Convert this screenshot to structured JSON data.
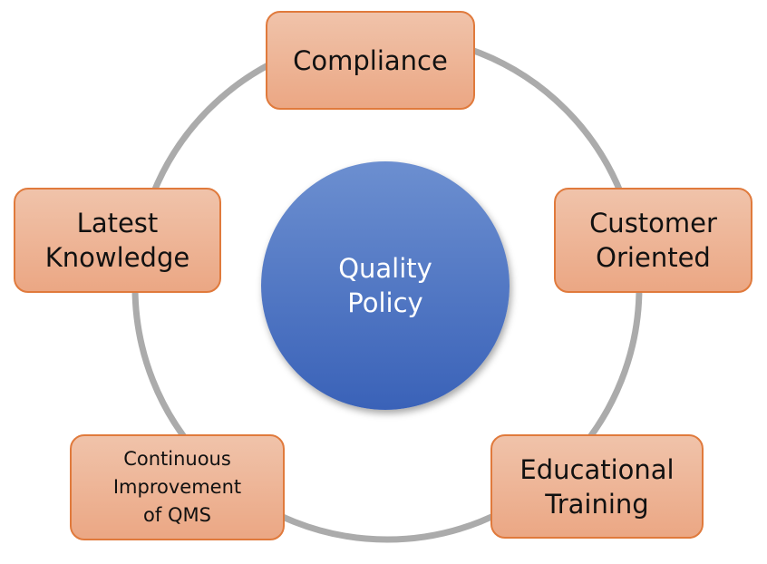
{
  "center": {
    "label": "Quality\nPolicy"
  },
  "nodes": [
    {
      "label": "Compliance"
    },
    {
      "label": "Customer\nOriented"
    },
    {
      "label": "Educational\nTraining"
    },
    {
      "label": "Continuous\nImprovement\nof QMS"
    },
    {
      "label": "Latest\nKnowledge"
    }
  ],
  "colors": {
    "ring": "#ababab",
    "box_border": "#e07a3c",
    "box_fill": "#eeb394",
    "center_fill": "#4a72c4"
  }
}
